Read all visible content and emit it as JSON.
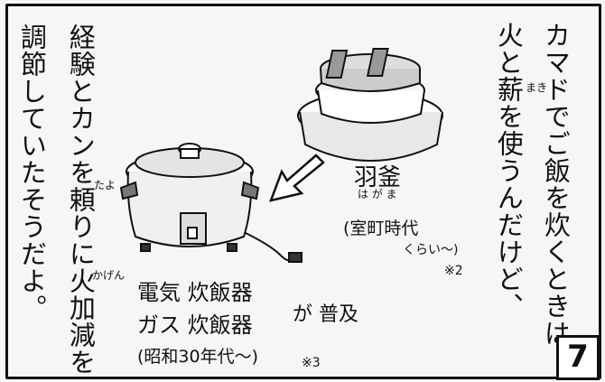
{
  "narration": {
    "col1": "カマドでご飯を炊くときは",
    "col2": "火と薪を使うんだけど、",
    "col3": "経験とカンを頼りに火加減を",
    "col4": "調節していたそうだよ。"
  },
  "ruby": {
    "maki": "まき",
    "tayo": "たよ",
    "kagen": "かげん"
  },
  "hagama": {
    "label": "羽釜",
    "reading": "は が ま",
    "era": "(室町時代",
    "era2": "くらい〜)",
    "note": "※2"
  },
  "cooker": {
    "line1": "電気 炊飯器",
    "line2": "ガス 炊飯器",
    "spread": "が 普及",
    "era": "(昭和30年代〜)",
    "note": "※3"
  },
  "page_number": "7"
}
